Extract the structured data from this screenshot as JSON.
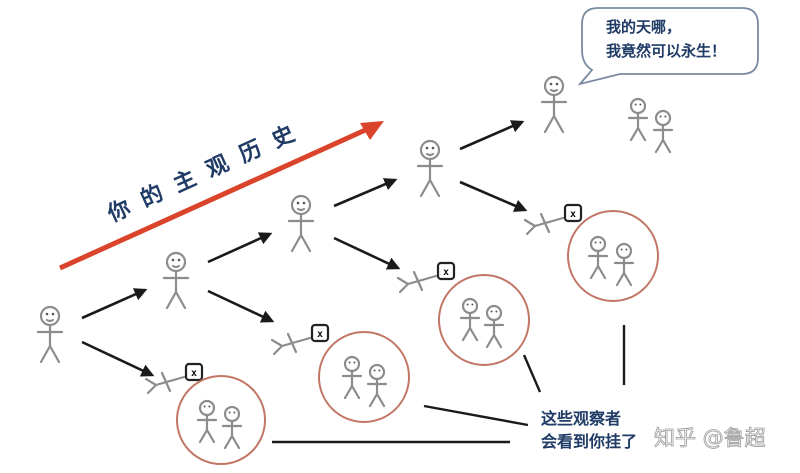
{
  "title": "你的主观历史",
  "bubble": {
    "line1": "我的天哪，",
    "line2": "我竟然可以永生！"
  },
  "observers": {
    "line1": "这些观察者",
    "line2": "会看到你挂了"
  },
  "watermark": "知乎 @鲁超",
  "colors": {
    "title_arrow": "#d9442a",
    "circle": "#c27766",
    "text": "#1f3b66"
  }
}
